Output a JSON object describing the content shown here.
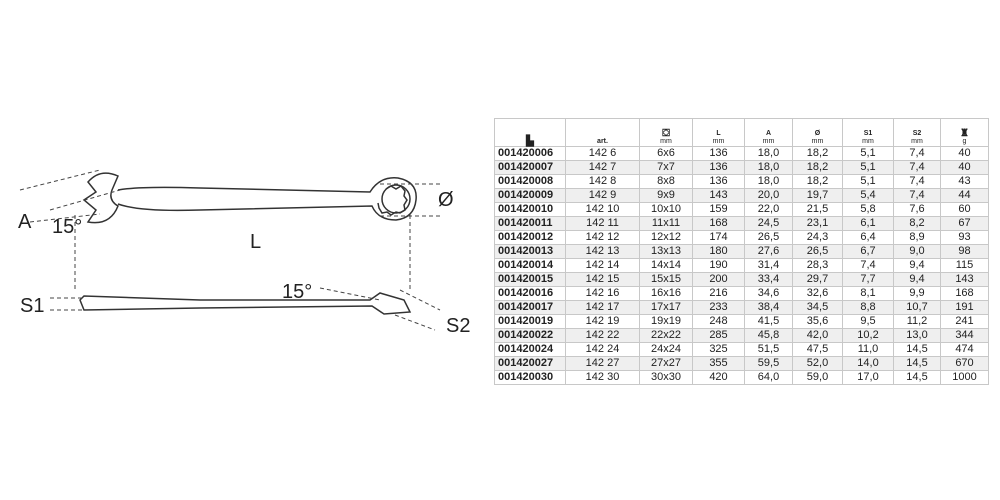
{
  "drawing": {
    "labels": {
      "a": "A",
      "angle1": "15°",
      "l": "L",
      "dia": "Ø",
      "s1": "S1",
      "angle2": "15°",
      "s2": "S2"
    }
  },
  "table": {
    "headers": [
      {
        "icon": "part-number-icon",
        "label": "",
        "unit": ""
      },
      {
        "label": "art.",
        "unit": ""
      },
      {
        "icon": "socket-size-icon",
        "label": "",
        "unit": "mm"
      },
      {
        "label": "L",
        "unit": "mm"
      },
      {
        "label": "A",
        "unit": "mm"
      },
      {
        "label": "Ø",
        "unit": "mm"
      },
      {
        "label": "S1",
        "unit": "mm"
      },
      {
        "label": "S2",
        "unit": "mm"
      },
      {
        "icon": "weight-icon",
        "label": "",
        "unit": "g"
      }
    ],
    "rows": [
      [
        "001420006",
        "142 6",
        "6x6",
        "136",
        "18,0",
        "18,2",
        "5,1",
        "7,4",
        "40"
      ],
      [
        "001420007",
        "142 7",
        "7x7",
        "136",
        "18,0",
        "18,2",
        "5,1",
        "7,4",
        "40"
      ],
      [
        "001420008",
        "142 8",
        "8x8",
        "136",
        "18,0",
        "18,2",
        "5,1",
        "7,4",
        "43"
      ],
      [
        "001420009",
        "142 9",
        "9x9",
        "143",
        "20,0",
        "19,7",
        "5,4",
        "7,4",
        "44"
      ],
      [
        "001420010",
        "142 10",
        "10x10",
        "159",
        "22,0",
        "21,5",
        "5,8",
        "7,6",
        "60"
      ],
      [
        "001420011",
        "142 11",
        "11x11",
        "168",
        "24,5",
        "23,1",
        "6,1",
        "8,2",
        "67"
      ],
      [
        "001420012",
        "142 12",
        "12x12",
        "174",
        "26,5",
        "24,3",
        "6,4",
        "8,9",
        "93"
      ],
      [
        "001420013",
        "142 13",
        "13x13",
        "180",
        "27,6",
        "26,5",
        "6,7",
        "9,0",
        "98"
      ],
      [
        "001420014",
        "142 14",
        "14x14",
        "190",
        "31,4",
        "28,3",
        "7,4",
        "9,4",
        "115"
      ],
      [
        "001420015",
        "142 15",
        "15x15",
        "200",
        "33,4",
        "29,7",
        "7,7",
        "9,4",
        "143"
      ],
      [
        "001420016",
        "142 16",
        "16x16",
        "216",
        "34,6",
        "32,6",
        "8,1",
        "9,9",
        "168"
      ],
      [
        "001420017",
        "142 17",
        "17x17",
        "233",
        "38,4",
        "34,5",
        "8,8",
        "10,7",
        "191"
      ],
      [
        "001420019",
        "142 19",
        "19x19",
        "248",
        "41,5",
        "35,6",
        "9,5",
        "11,2",
        "241"
      ],
      [
        "001420022",
        "142 22",
        "22x22",
        "285",
        "45,8",
        "42,0",
        "10,2",
        "13,0",
        "344"
      ],
      [
        "001420024",
        "142 24",
        "24x24",
        "325",
        "51,5",
        "47,5",
        "11,0",
        "14,5",
        "474"
      ],
      [
        "001420027",
        "142 27",
        "27x27",
        "355",
        "59,5",
        "52,0",
        "14,0",
        "14,5",
        "670"
      ],
      [
        "001420030",
        "142 30",
        "30x30",
        "420",
        "64,0",
        "59,0",
        "17,0",
        "14,5",
        "1000"
      ]
    ]
  }
}
